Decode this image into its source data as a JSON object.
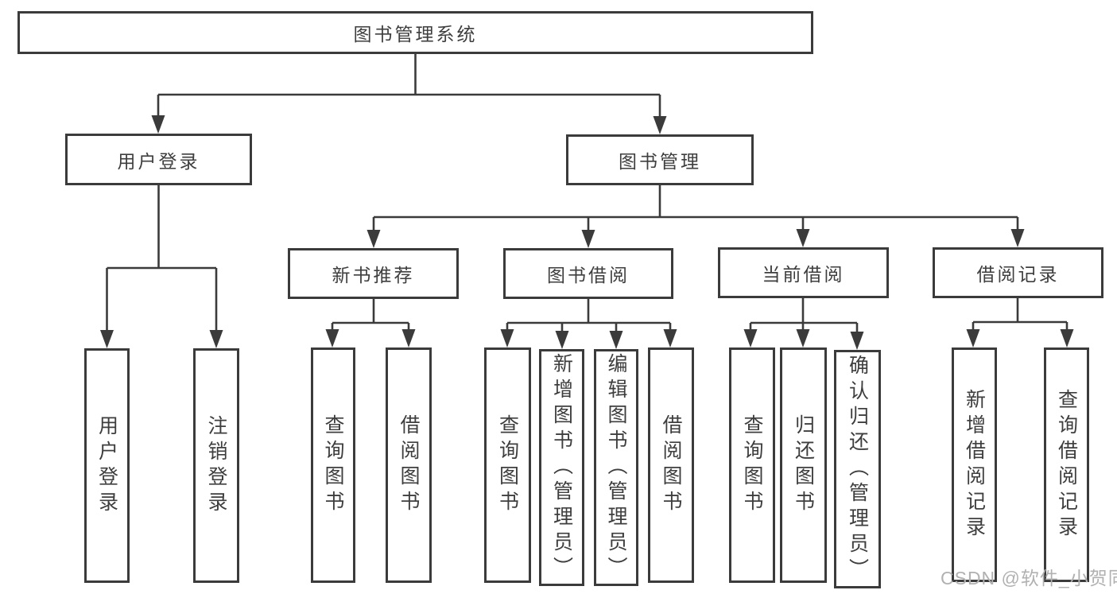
{
  "diagram": {
    "root": {
      "label": "图书管理系统"
    },
    "branches": [
      {
        "label": "用户登录",
        "children": [
          {
            "label": "用户登录"
          },
          {
            "label": "注销登录"
          }
        ]
      },
      {
        "label": "图书管理",
        "children": [
          {
            "label": "新书推荐",
            "children": [
              {
                "label": "查询图书"
              },
              {
                "label": "借阅图书"
              }
            ]
          },
          {
            "label": "图书借阅",
            "children": [
              {
                "label": "查询图书"
              },
              {
                "label": "新增图书（管理员）"
              },
              {
                "label": "编辑图书（管理员）"
              },
              {
                "label": "借阅图书"
              }
            ]
          },
          {
            "label": "当前借阅",
            "children": [
              {
                "label": "查询图书"
              },
              {
                "label": "归还图书"
              },
              {
                "label": "确认归还（管理员）"
              }
            ]
          },
          {
            "label": "借阅记录",
            "children": [
              {
                "label": "新增借阅记录"
              },
              {
                "label": "查询借阅记录"
              }
            ]
          }
        ]
      }
    ]
  },
  "watermark": {
    "text": "CSDN @软件_小贺同学"
  },
  "colors": {
    "line": "#3b3b3b",
    "box_border": "#3b3b3b",
    "text": "#3e3e3e",
    "watermark": "#b1b1b1",
    "background": "#ffffff"
  }
}
